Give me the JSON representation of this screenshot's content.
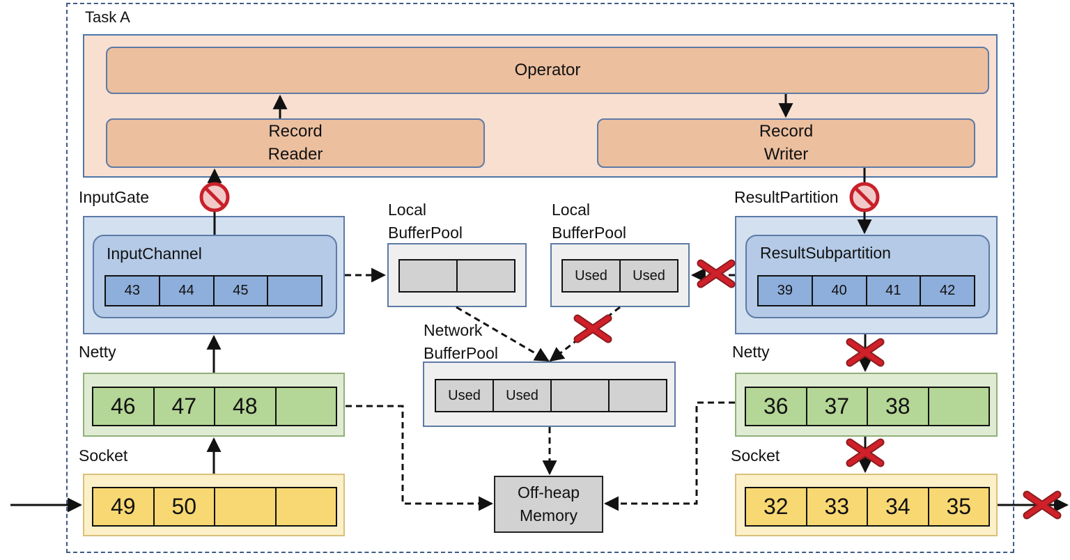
{
  "task": {
    "title": "Task A"
  },
  "operator": {
    "label": "Operator"
  },
  "record_reader": {
    "line1": "Record",
    "line2": "Reader"
  },
  "record_writer": {
    "line1": "Record",
    "line2": "Writer"
  },
  "input_side": {
    "input_gate_label": "InputGate",
    "input_channel_label": "InputChannel",
    "input_channel_cells": [
      "43",
      "44",
      "45",
      ""
    ],
    "netty_label": "Netty",
    "netty_cells": [
      "46",
      "47",
      "48",
      ""
    ],
    "socket_label": "Socket",
    "socket_cells": [
      "49",
      "50",
      "",
      ""
    ]
  },
  "output_side": {
    "result_partition_label": "ResultPartition",
    "result_subpartition_label": "ResultSubpartition",
    "result_subpartition_cells": [
      "39",
      "40",
      "41",
      "42"
    ],
    "netty_label": "Netty",
    "netty_cells": [
      "36",
      "37",
      "38",
      ""
    ],
    "socket_label": "Socket",
    "socket_cells": [
      "32",
      "33",
      "34",
      "35"
    ]
  },
  "local_buffer_pool_1": {
    "line1": "Local",
    "line2": "BufferPool",
    "cells": [
      "",
      ""
    ]
  },
  "local_buffer_pool_2": {
    "line1": "Local",
    "line2": "BufferPool",
    "cells": [
      "Used",
      "Used"
    ]
  },
  "network_buffer_pool": {
    "line1": "Network",
    "line2": "BufferPool",
    "cells": [
      "Used",
      "Used",
      "",
      ""
    ]
  },
  "off_heap_memory": {
    "line1": "Off-heap",
    "line2": "Memory"
  },
  "colors": {
    "frame_border": "#3f5a85",
    "task_bg": "#f8dfd0",
    "orange_box": "#ecbf9f",
    "blue_outer": "#d2e0f0",
    "blue_inner": "#b4cae6",
    "blue_cell": "#8eaedb",
    "green_outer": "#dfebd2",
    "green_cell": "#b4d696",
    "yellow_outer": "#fcf0c8",
    "yellow_cell": "#f8d872",
    "gray_cell": "#d2d2d2",
    "block_red": "#d0202a"
  },
  "icons": {
    "blocked": "prohibited-icon",
    "broken": "red-x-icon"
  }
}
